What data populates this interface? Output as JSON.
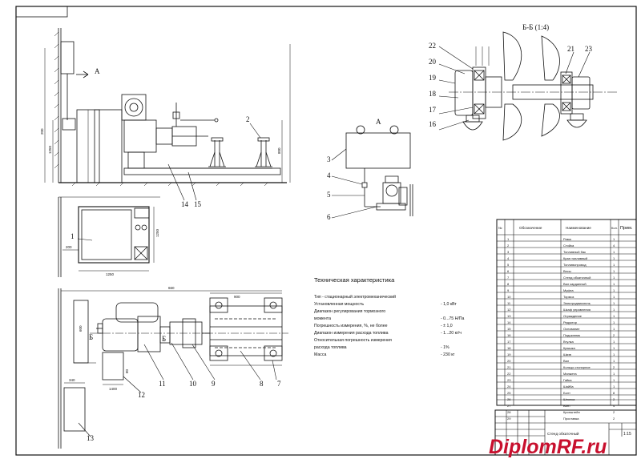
{
  "drawing": {
    "view_a_label": "А",
    "section_label": "Б-Б (1:4)",
    "cut_marker": "Б",
    "callouts_main": [
      "1",
      "2",
      "3",
      "4",
      "5",
      "6",
      "7",
      "8",
      "9",
      "10",
      "11",
      "12",
      "13",
      "14",
      "15"
    ],
    "callouts_section": [
      "16",
      "17",
      "18",
      "19",
      "20",
      "21",
      "22",
      "23"
    ],
    "dimensions": {
      "side_1": "200",
      "side_2": "1250",
      "plan_width": "1250",
      "plan_depth": "1250",
      "rail_top": "800",
      "rail_width": "900",
      "plan_side": "200",
      "base_width": "660",
      "pillar_1": "600",
      "pillar_2": "80",
      "cover_1": "340",
      "cover_2": "1400"
    }
  },
  "tech_spec": {
    "title": "Техническая характеристика",
    "rows": [
      {
        "label": "Тип - стационарный электромеханический",
        "value": ""
      },
      {
        "label": "Установленная мощность",
        "value": "- 1,0 кВт"
      },
      {
        "label": "Диапазон регулирования тормозного",
        "value": ""
      },
      {
        "label": "момента",
        "value": "- 0...75 Н/Па"
      },
      {
        "label": "Погрешность измерения, %, не более",
        "value": "- ± 1,0"
      },
      {
        "label": "Диапазон измерения расхода топлива",
        "value": "- 1...20 кг/ч"
      },
      {
        "label": "Относительная погрешность измерения",
        "value": ""
      },
      {
        "label": "расхода топлива",
        "value": "- 1%"
      },
      {
        "label": "Масса",
        "value": "- 230 кг"
      }
    ]
  },
  "spec_table": {
    "headers": [
      "№",
      "Обозначение",
      "Наименование",
      "Кол.",
      "Прим."
    ],
    "rows": [
      {
        "n": "1",
        "name": "Рама",
        "qty": "1"
      },
      {
        "n": "2",
        "name": "Стойка",
        "qty": "4"
      },
      {
        "n": "3",
        "name": "Топливный бак",
        "qty": "1"
      },
      {
        "n": "4",
        "name": "Кран топливный",
        "qty": "1"
      },
      {
        "n": "5",
        "name": "Топливопровод",
        "qty": "1"
      },
      {
        "n": "6",
        "name": "Весы",
        "qty": "1"
      },
      {
        "n": "7",
        "name": "Стенд обкаточный",
        "qty": "1"
      },
      {
        "n": "8",
        "name": "Вал карданный",
        "qty": "1"
      },
      {
        "n": "9",
        "name": "Муфта",
        "qty": "1"
      },
      {
        "n": "10",
        "name": "Тормоз",
        "qty": "1"
      },
      {
        "n": "11",
        "name": "Электродвигатель",
        "qty": "1"
      },
      {
        "n": "12",
        "name": "Шкаф управления",
        "qty": "1"
      },
      {
        "n": "13",
        "name": "Ограждение",
        "qty": "1"
      },
      {
        "n": "14",
        "name": "Редуктор",
        "qty": "1"
      },
      {
        "n": "15",
        "name": "Основание",
        "qty": "1"
      },
      {
        "n": "16",
        "name": "Подшипник",
        "qty": "2"
      },
      {
        "n": "17",
        "name": "Втулка",
        "qty": "1"
      },
      {
        "n": "18",
        "name": "Крышка",
        "qty": "1"
      },
      {
        "n": "19",
        "name": "Шкив",
        "qty": "1"
      },
      {
        "n": "20",
        "name": "Вал",
        "qty": "1"
      },
      {
        "n": "21",
        "name": "Кольцо стопорное",
        "qty": "2"
      },
      {
        "n": "22",
        "name": "Манжета",
        "qty": "1"
      },
      {
        "n": "23",
        "name": "Гайка",
        "qty": "1"
      },
      {
        "n": "24",
        "name": "Шайба",
        "qty": "1"
      },
      {
        "n": "25",
        "name": "Болт",
        "qty": "8"
      },
      {
        "n": "26",
        "name": "Шпонка",
        "qty": "2"
      },
      {
        "n": "27",
        "name": "Винт",
        "qty": "4"
      },
      {
        "n": "28",
        "name": "Кронштейн",
        "qty": "2"
      },
      {
        "n": "29",
        "name": "Проставка",
        "qty": "2"
      }
    ]
  },
  "title_block": {
    "name": "Стенд обкаточный",
    "sheet": "1:15"
  },
  "watermark": "DiplomRF.ru",
  "colors": {
    "line": "#111111",
    "watermark": "#c8102e",
    "background": "#ffffff"
  }
}
